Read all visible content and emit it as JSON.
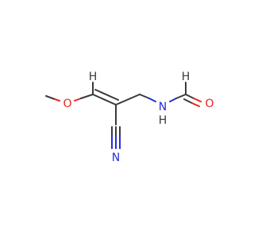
{
  "molecule": {
    "atoms": {
      "methoxy_oxygen": "O",
      "vinyl_hydrogen": "H",
      "nitrile_nitrogen": "N",
      "amide_nitrogen": "N",
      "amide_hydrogen": "H",
      "aldehyde_hydrogen": "H",
      "carbonyl_oxygen": "O"
    },
    "colors": {
      "bond": "#3a3a3a",
      "oxygen": "#e8231c",
      "nitrogen": "#2430d8",
      "hydrogen": "#3a3a3a"
    }
  }
}
